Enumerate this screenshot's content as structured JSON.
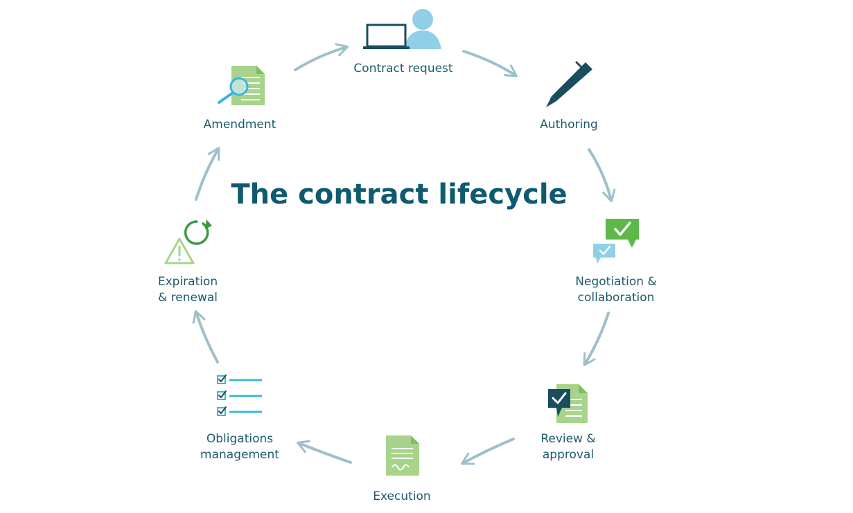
{
  "title": "The contract lifecycle",
  "colors": {
    "text": "#1e5a6e",
    "title": "#0f5a70",
    "arrow": "#9fbfca",
    "navy": "#1a4d60",
    "light_blue": "#8fd0e6",
    "cyan": "#3ab5dc",
    "green": "#5db84a",
    "light_green": "#a7d48a"
  },
  "stages": [
    {
      "key": "contract_request",
      "icon": "laptop-user-icon",
      "lines": [
        "Contract request"
      ]
    },
    {
      "key": "authoring",
      "icon": "pen-icon",
      "lines": [
        "Authoring"
      ]
    },
    {
      "key": "negotiation",
      "icon": "chat-check-icon",
      "lines": [
        "Negotiation &",
        "collaboration"
      ]
    },
    {
      "key": "review",
      "icon": "document-check-icon",
      "lines": [
        "Review &",
        "approval"
      ]
    },
    {
      "key": "execution",
      "icon": "signed-document-icon",
      "lines": [
        "Execution"
      ]
    },
    {
      "key": "obligations",
      "icon": "checklist-icon",
      "lines": [
        "Obligations",
        "management"
      ]
    },
    {
      "key": "expiration",
      "icon": "warning-renew-icon",
      "lines": [
        "Expiration",
        "& renewal"
      ]
    },
    {
      "key": "amendment",
      "icon": "document-search-icon",
      "lines": [
        "Amendment"
      ]
    }
  ]
}
